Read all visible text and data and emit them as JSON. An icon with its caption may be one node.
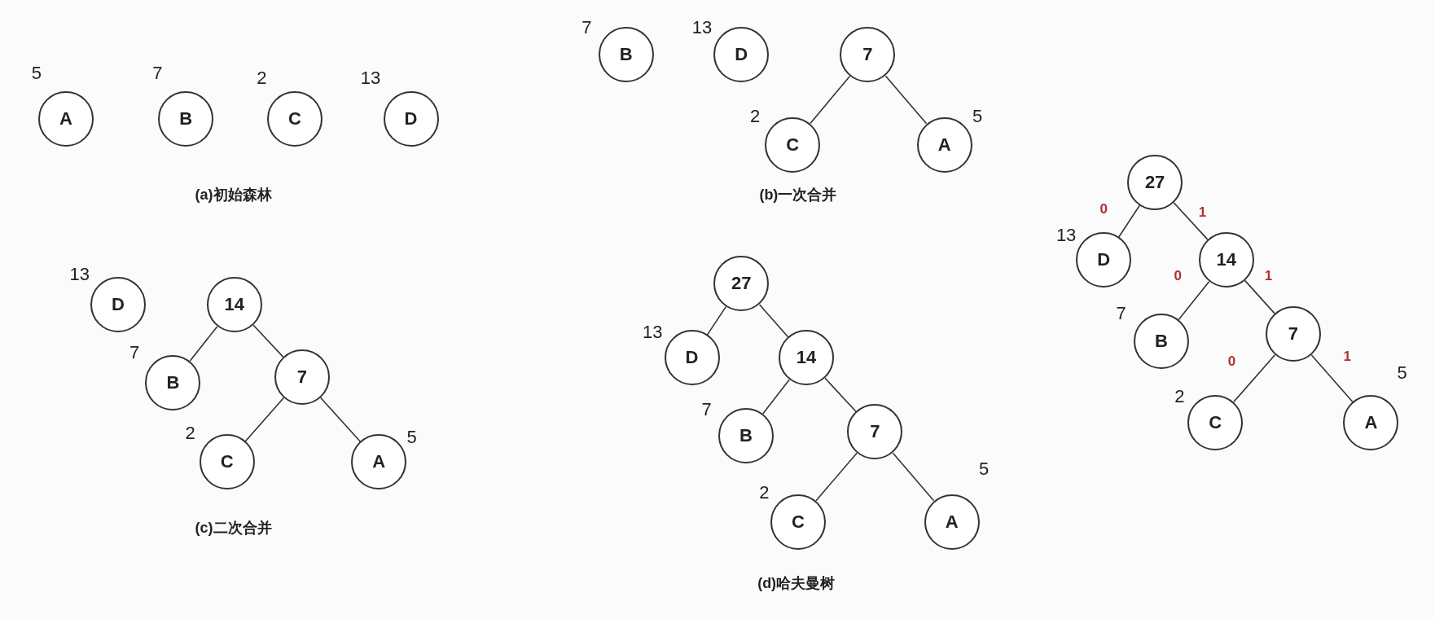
{
  "diagram": {
    "nodes": [
      {
        "text": [
          "A"
        ],
        "beside": [
          "5"
        ]
      },
      {
        "text": [
          "B"
        ],
        "beside": [
          "7"
        ]
      },
      {
        "text": [
          "C"
        ],
        "beside": [
          "2"
        ]
      },
      {
        "text": [
          "D"
        ],
        "beside": [
          "13"
        ]
      },
      {
        "text": [
          "B"
        ],
        "beside": [
          "7"
        ]
      },
      {
        "text": [
          "D"
        ],
        "beside": [
          "13"
        ]
      },
      {
        "text": [
          "7"
        ]
      },
      {
        "text": [
          "C"
        ],
        "beside": [
          "2"
        ]
      },
      {
        "text": [
          "A"
        ],
        "beside": [
          "5"
        ]
      },
      {
        "text": [
          "D"
        ],
        "beside": [
          "13"
        ]
      },
      {
        "text": [
          "14"
        ]
      },
      {
        "text": [
          "B"
        ],
        "beside": [
          "7"
        ]
      },
      {
        "text": [
          "7"
        ]
      },
      {
        "text": [
          "C"
        ],
        "beside": [
          "2"
        ]
      },
      {
        "text": [
          "A"
        ],
        "beside": [
          "5"
        ]
      },
      {
        "text": [
          "27"
        ]
      },
      {
        "text": [
          "D"
        ],
        "beside": [
          "13"
        ]
      },
      {
        "text": [
          "14"
        ]
      },
      {
        "text": [
          "B"
        ],
        "beside": [
          "7"
        ]
      },
      {
        "text": [
          "7"
        ]
      },
      {
        "text": [
          "C"
        ],
        "beside": [
          "2"
        ]
      },
      {
        "text": [
          "A"
        ],
        "beside": [
          "5"
        ]
      },
      {
        "text": [
          "27"
        ]
      },
      {
        "text": [
          "D"
        ],
        "beside": [
          "13"
        ]
      },
      {
        "text": [
          "14"
        ]
      },
      {
        "text": [
          "B"
        ],
        "beside": [
          "7"
        ]
      },
      {
        "text": [
          "7"
        ]
      },
      {
        "text": [
          "C"
        ],
        "beside": [
          "2"
        ]
      },
      {
        "text": [
          "A"
        ],
        "beside": [
          "5"
        ]
      }
    ],
    "edges": [
      {
        "from": 6,
        "to": 7,
        "arrow": "none"
      },
      {
        "from": 6,
        "to": 8,
        "arrow": "none"
      },
      {
        "from": 10,
        "to": 11,
        "arrow": "none"
      },
      {
        "from": 10,
        "to": 12,
        "arrow": "none"
      },
      {
        "from": 12,
        "to": 13,
        "arrow": "none"
      },
      {
        "from": 12,
        "to": 14,
        "arrow": "none"
      },
      {
        "from": 15,
        "to": 16,
        "arrow": "none"
      },
      {
        "from": 15,
        "to": 17,
        "arrow": "none"
      },
      {
        "from": 17,
        "to": 18,
        "arrow": "none"
      },
      {
        "from": 17,
        "to": 19,
        "arrow": "none"
      },
      {
        "from": 19,
        "to": 20,
        "arrow": "none"
      },
      {
        "from": 19,
        "to": 21,
        "arrow": "none"
      },
      {
        "from": 22,
        "to": 23,
        "label": "0",
        "arrow": "none"
      },
      {
        "from": 22,
        "to": 24,
        "label": "1",
        "arrow": "none"
      },
      {
        "from": 24,
        "to": 25,
        "label": "0",
        "arrow": "none"
      },
      {
        "from": 24,
        "to": 26,
        "label": "1",
        "arrow": "none"
      },
      {
        "from": 26,
        "to": 27,
        "label": "0",
        "arrow": "none"
      },
      {
        "from": 26,
        "to": 28,
        "label": "1",
        "arrow": "none"
      }
    ],
    "labels": [
      "(a)初始森林",
      "(b)一次合并",
      "(c)二次合并",
      "(d)哈夫曼树"
    ]
  }
}
